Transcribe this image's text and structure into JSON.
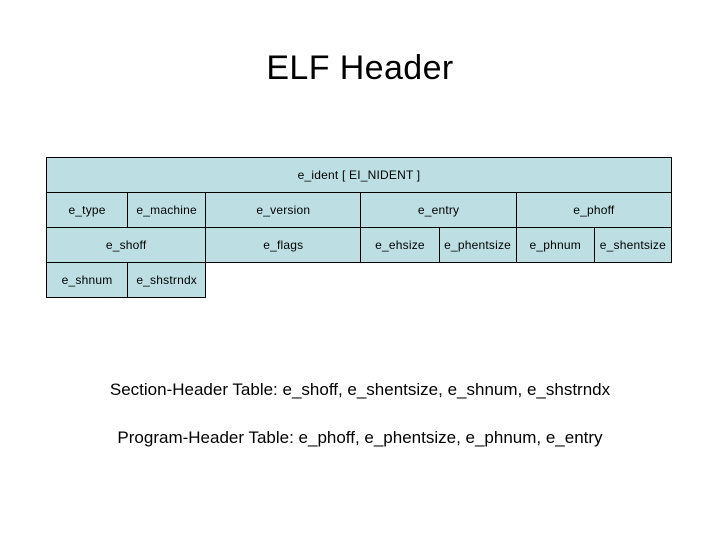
{
  "slide": {
    "title": "ELF Header",
    "background_color": "#ffffff",
    "cell_color": "#bddfe3",
    "border_color": "#000000",
    "text_color": "#000000"
  },
  "table": {
    "rows": [
      {
        "cells": [
          {
            "label": "e_ident [ EI_NIDENT ]",
            "colspan": 6
          }
        ]
      },
      {
        "cells": [
          {
            "label": "e_type",
            "colspan": 1
          },
          {
            "label": "e_machine",
            "colspan": 1
          },
          {
            "label": "e_version",
            "colspan": 2
          },
          {
            "label": "e_entry",
            "colspan": 2
          },
          {
            "label": "e_phoff",
            "colspan": 2
          }
        ]
      },
      {
        "cells": [
          {
            "label": "e_shoff",
            "colspan": 2
          },
          {
            "label": "e_flags",
            "colspan": 2
          },
          {
            "label": "e_ehsize",
            "colspan": 1
          },
          {
            "label": "e_phentsize",
            "colspan": 1
          },
          {
            "label": "e_phnum",
            "colspan": 1
          },
          {
            "label": "e_shentsize",
            "colspan": 1
          }
        ]
      },
      {
        "cells": [
          {
            "label": "e_shnum",
            "colspan": 1
          },
          {
            "label": "e_shstrndx",
            "colspan": 1
          },
          {
            "label": "",
            "colspan": 6,
            "empty": true
          }
        ]
      }
    ]
  },
  "captions": {
    "section_header_table": "Section-Header Table:  e_shoff, e_shentsize, e_shnum, e_shstrndx",
    "program_header_table": "Program-Header Table:  e_phoff, e_phentsize, e_phnum, e_entry"
  }
}
